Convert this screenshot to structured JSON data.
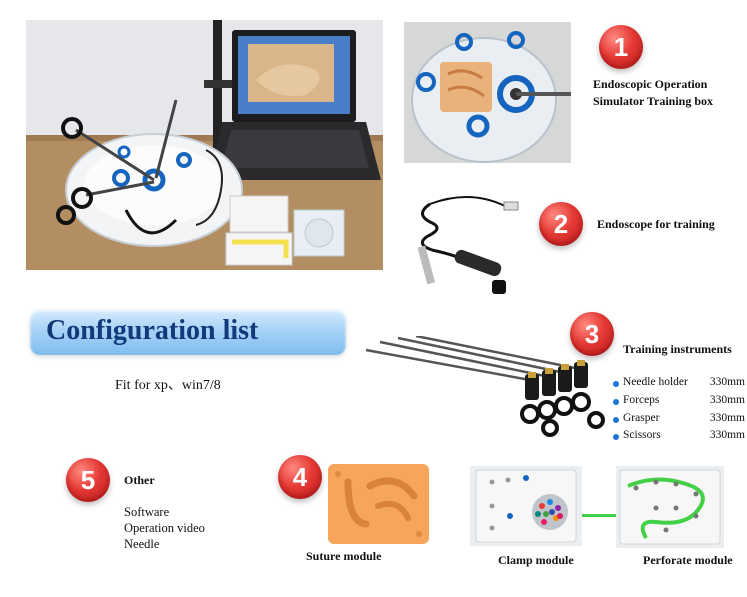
{
  "sections": {
    "s1": {
      "number": "1",
      "title_line1": "Endoscopic Operation",
      "title_line2": "Simulator Training box"
    },
    "s2": {
      "number": "2",
      "title": "Endoscope for training"
    },
    "s3": {
      "number": "3",
      "title": "Training instruments",
      "items": [
        {
          "name": "Needle holder",
          "size": "330mm"
        },
        {
          "name": "Forceps",
          "size": "330mm"
        },
        {
          "name": "Grasper",
          "size": "330mm"
        },
        {
          "name": "Scissors",
          "size": "330mm"
        }
      ]
    },
    "s4": {
      "number": "4"
    },
    "s5": {
      "number": "5",
      "title": "Other",
      "items": [
        "Software",
        "Operation video",
        "Needle"
      ]
    }
  },
  "banner": {
    "label": "Configuration list"
  },
  "compat": {
    "text": "Fit for xp、win7/8"
  },
  "modules": {
    "suture": "Suture module",
    "clamp": "Clamp module",
    "perforate": "Perforate module"
  },
  "colors": {
    "badge": "#e53935",
    "banner_text": "#123a7a",
    "bullet": "#1976d2"
  }
}
